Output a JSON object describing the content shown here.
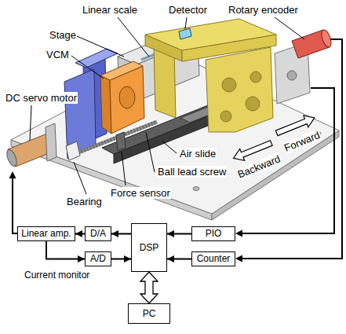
{
  "diagram": {
    "nodes": [
      {
        "text": [
          "Linear amp."
        ]
      },
      {
        "text": [
          "D/A"
        ]
      },
      {
        "text": [
          "A/D"
        ]
      },
      {
        "text": [
          "DSP"
        ]
      },
      {
        "text": [
          "PIO"
        ]
      },
      {
        "text": [
          "Counter"
        ]
      },
      {
        "text": [
          "PC"
        ]
      }
    ],
    "edges": [
      {
        "from": 1,
        "to": 0,
        "arrow": "to"
      },
      {
        "from": 0,
        "to": 2,
        "arrow": "to"
      },
      {
        "from": 3,
        "to": 1,
        "arrow": "to"
      },
      {
        "from": 2,
        "to": 3,
        "arrow": "to"
      },
      {
        "from": 4,
        "to": 3,
        "arrow": "to"
      },
      {
        "from": 5,
        "to": 3,
        "arrow": "to"
      },
      {
        "from": 3,
        "to": 6,
        "arrow": "both"
      }
    ],
    "labels": [
      "Linear scale",
      "Detector",
      "Rotary encoder",
      "Stage",
      "VCM",
      "DC servo motor",
      "Backward",
      "Forward",
      "Air slide",
      "Ball lead screw",
      "Bearing",
      "Force sensor",
      "Current monitor"
    ]
  }
}
